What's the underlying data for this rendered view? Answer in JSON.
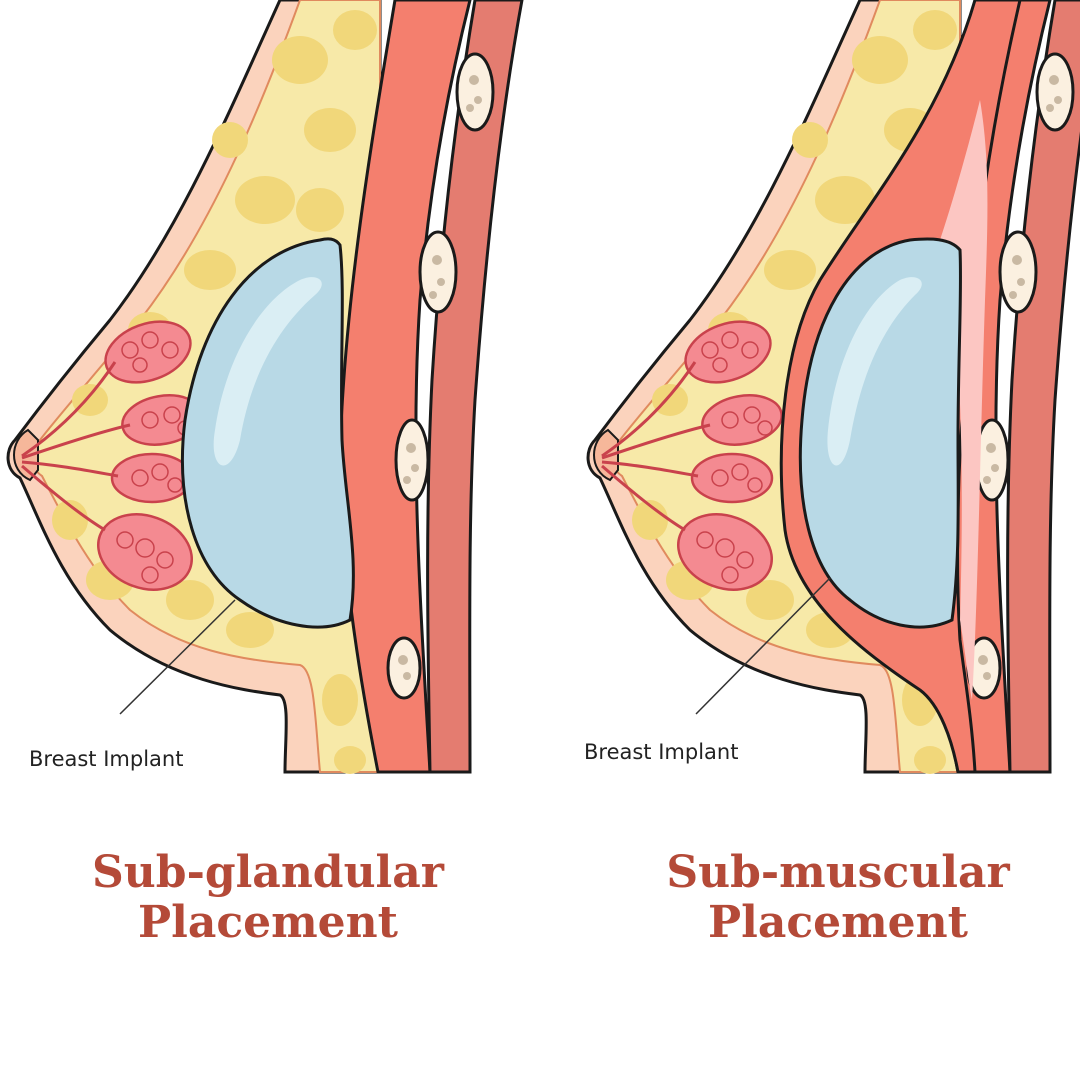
{
  "panels": [
    {
      "id": "subglandular",
      "implant_label": "Breast Implant",
      "title_line1": "Sub-glandular",
      "title_line2": "Placement"
    },
    {
      "id": "submuscular",
      "implant_label": "Breast Implant",
      "title_line1": "Sub-muscular",
      "title_line2": "Placement"
    }
  ],
  "colors": {
    "skin": "#fbd3bd",
    "fat": "#f7e9a8",
    "fat_lobule": "#f1d77a",
    "muscle": "#f47f6e",
    "rib_band": "#e47c70",
    "implant": "#b8d9e6",
    "implant_highlight": "#daeef4",
    "gland": "#f48a91",
    "title": "#b44a38"
  }
}
